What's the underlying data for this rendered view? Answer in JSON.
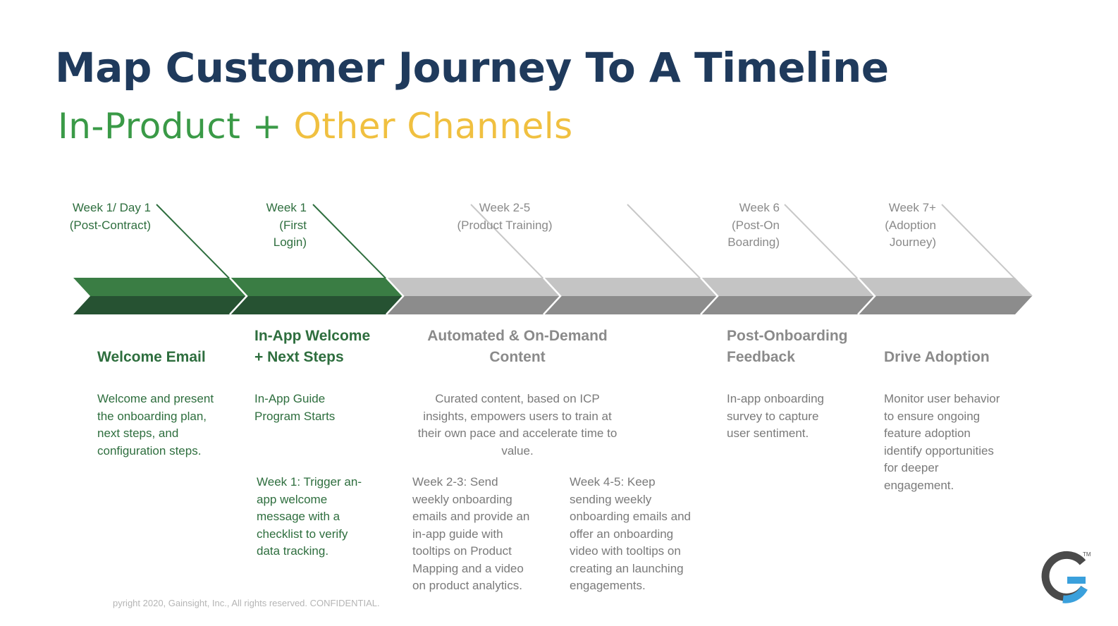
{
  "title": "Map Customer Journey To A Timeline",
  "subtitle": {
    "part1": "In-Product",
    "plus": "+",
    "part2": "Other Channels"
  },
  "colors": {
    "title": "#1f3a5c",
    "green_text": "#2e6e3e",
    "green_light": "#3a7d44",
    "green_dark": "#265232",
    "gray_light": "#c4c4c4",
    "gray_dark": "#8c8c8c",
    "subtitle_green": "#3a9a47",
    "subtitle_yellow": "#f0c040"
  },
  "stages": [
    {
      "week": "Week 1/ Day 1\n(Post-Contract)",
      "heading": "Welcome Email",
      "body": "Welcome and present the onboarding plan, next steps, and configuration steps."
    },
    {
      "week": "Week 1\n(First\nLogin)",
      "heading": "In-App Welcome\n+ Next Steps",
      "body": "In-App Guide\nProgram Starts",
      "detail": "Week 1: Trigger an-app welcome message with a checklist to verify data tracking."
    },
    {
      "week": "Week 2-5\n(Product Training)",
      "heading": "Automated & On-Demand\nContent",
      "body": "Curated content, based on ICP insights, empowers users to train at their own pace and accelerate time to value.",
      "detail_a": "Week 2-3: Send weekly onboarding emails and provide an in-app guide with tooltips on Product Mapping and a video on product analytics.",
      "detail_b": "Week 4-5: Keep sending weekly onboarding emails and offer an onboarding video with tooltips on creating an launching engagements."
    },
    {
      "week": "Week 6\n(Post-On\nBoarding)",
      "heading": "Post-Onboarding\nFeedback",
      "body": "In-app onboarding survey to capture user sentiment."
    },
    {
      "week": "Week 7+\n(Adoption\nJourney)",
      "heading": "Drive Adoption",
      "body": "Monitor user behavior to ensure ongoing feature adoption identify opportunities for deeper engagement."
    }
  ],
  "footer": "pyright 2020, Gainsight, Inc., All rights reserved. CONFIDENTIAL.",
  "logo": {
    "letter": "G",
    "tm": "TM",
    "icon": "gainsight-logo-icon"
  }
}
